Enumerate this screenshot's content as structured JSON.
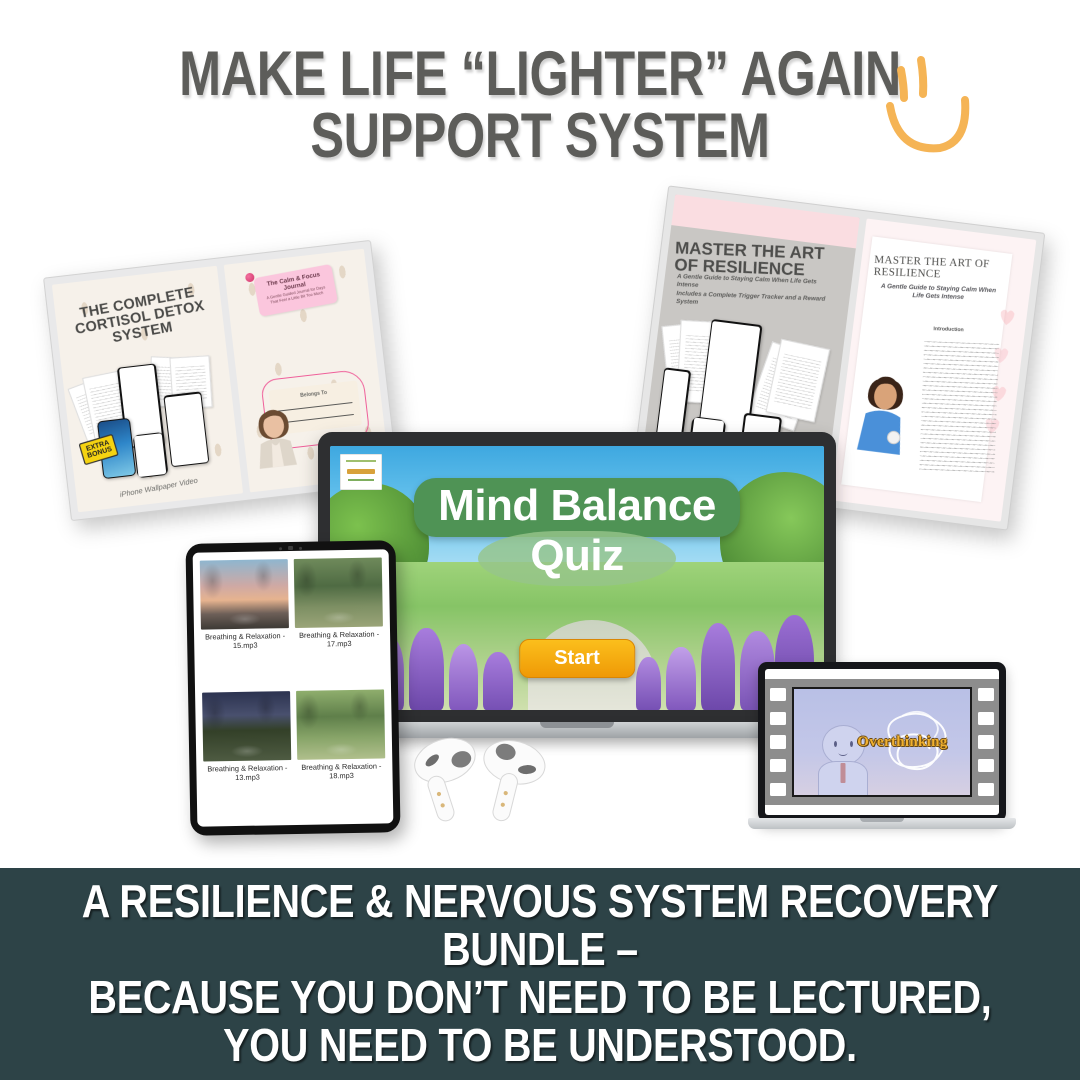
{
  "headline": {
    "line1": "MAKE LIFE “LIGHTER” AGAIN",
    "line2": "SUPPORT SYSTEM",
    "color": "#5d5d5a",
    "smiley_icon": "hand-drawn-smiley-icon",
    "smiley_color": "#F5B455"
  },
  "left_card": {
    "cover_title": "THE COMPLETE CORTISOL DETOX SYSTEM",
    "caption": "iPhone Wallpaper Video",
    "bonus_badge_line1": "EXTRA",
    "bonus_badge_line2": "BONUS",
    "journal_title": "The Calm & Focus Journal",
    "journal_subtitle": "A Gentle Guided Journal for Days That Feel a Little Bit Too Much",
    "journal_field_label": "Belongs To"
  },
  "right_card": {
    "cover_title": "MASTER THE ART OF RESILIENCE",
    "cover_subtitle_1": "A Gentle Guide to Staying Calm When Life Gets Intense",
    "cover_subtitle_2": "Includes a Complete Trigger Tracker and  a Reward System",
    "page_title": "MASTER THE ART OF RESILIENCE",
    "page_subtitle": "A Gentle Guide to Staying Calm When Life Gets Intense",
    "page_section_heading": "Introduction"
  },
  "laptop": {
    "quiz_title_line1": "Mind Balance",
    "quiz_title_line2": "Quiz",
    "start_button": "Start",
    "panel_color": "#4f9355",
    "start_color": "#F2A60C"
  },
  "tablet": {
    "files": [
      {
        "name": "Breathing & Relaxation - 15.mp3",
        "thumb": "sunset-thumb"
      },
      {
        "name": "Breathing & Relaxation - 17.mp3",
        "thumb": "forest-stream-thumb"
      },
      {
        "name": "Breathing & Relaxation - 13.mp3",
        "thumb": "night-lake-thumb"
      },
      {
        "name": "Breathing & Relaxation - 18.mp3",
        "thumb": "forest-pool-thumb"
      }
    ]
  },
  "mini_laptop": {
    "video_caption": "Overthinking",
    "caption_color": "#f0b030"
  },
  "banner": {
    "line1": "A RESILIENCE & NERVOUS SYSTEM RECOVERY BUNDLE –",
    "line2": "BECAUSE YOU DON’T NEED TO BE LECTURED,",
    "line3": "YOU NEED TO BE UNDERSTOOD.",
    "background": "#2d4347",
    "text_color": "#ffffff"
  }
}
